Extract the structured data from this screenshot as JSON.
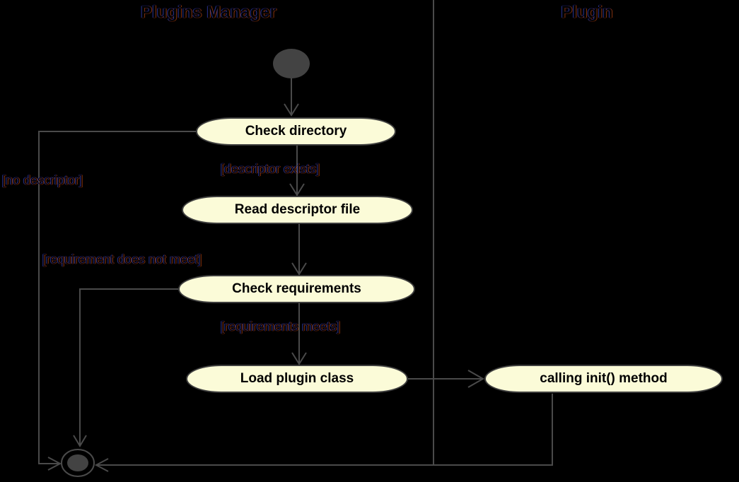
{
  "diagram": {
    "type": "uml-activity-diagram",
    "swimlanes": [
      {
        "title": "Plugins Manager"
      },
      {
        "title": "Plugin"
      }
    ],
    "activities": [
      {
        "label": "Check directory",
        "lane": "Plugins Manager"
      },
      {
        "label": "Read descriptor file",
        "lane": "Plugins Manager"
      },
      {
        "label": "Check requirements",
        "lane": "Plugins Manager"
      },
      {
        "label": "Load plugin class",
        "lane": "Plugins Manager"
      },
      {
        "label": "calling init() method",
        "lane": "Plugin"
      }
    ],
    "guards": [
      {
        "label": "[descriptor exists]"
      },
      {
        "label": "[no descriptor]"
      },
      {
        "label": "[requirement does not meet]"
      },
      {
        "label": "[requirements meets]"
      }
    ],
    "colors": {
      "background": "#000000",
      "activity_fill": "#FBFBD8",
      "activity_border": "#3E3E3E",
      "edge_line": "#4A4A4A",
      "start_end_fill": "#434343",
      "activity_text": "#000000",
      "label_text": "#000000"
    }
  }
}
